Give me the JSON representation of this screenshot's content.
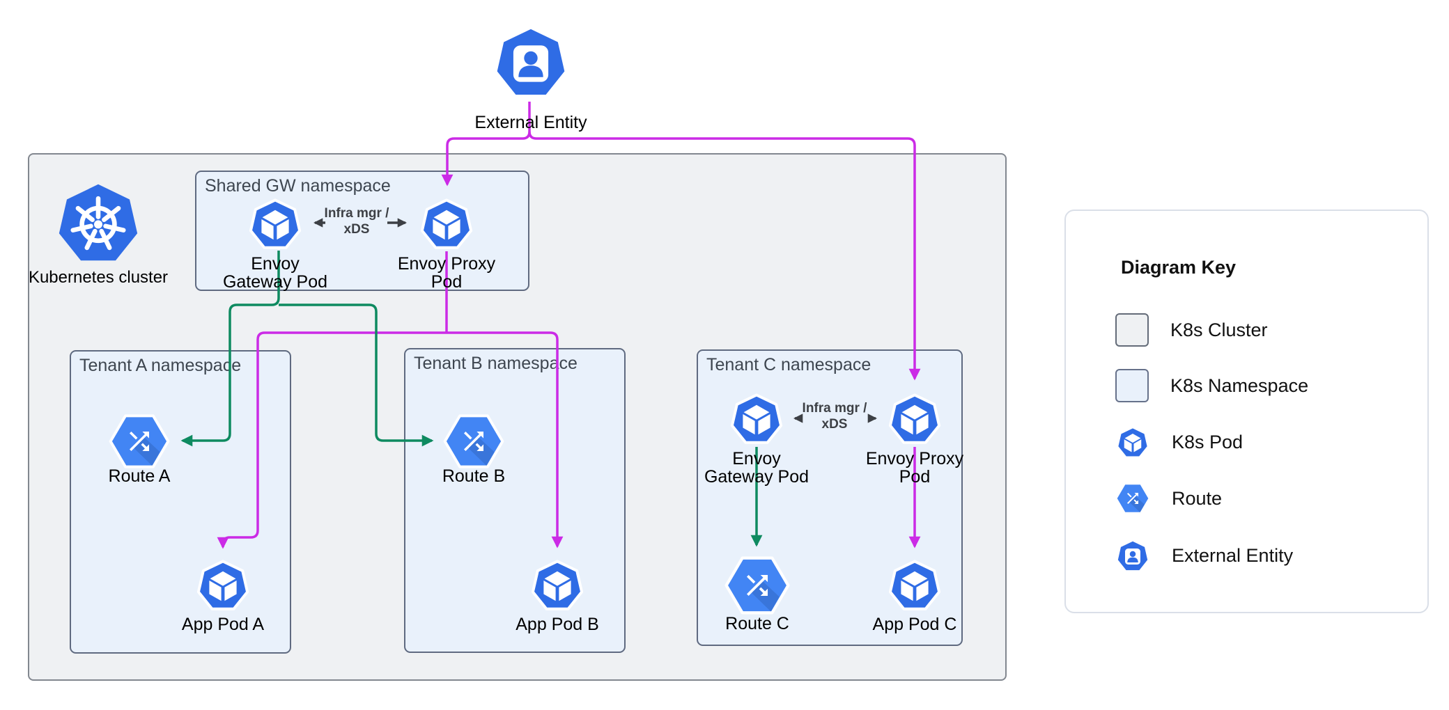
{
  "colors": {
    "background": "#ffffff",
    "k8s_blue": "#2f6ce5",
    "route_blue": "#4285f4",
    "green": "#0e8a60",
    "magenta": "#cb2be6",
    "dark_arrow": "#3d4045",
    "cluster_fill": "#eff1f3",
    "cluster_border": "#82878f",
    "namespace_fill": "#e9f1fb",
    "namespace_border": "#5f6a80",
    "namespace_title": "#3e4650",
    "label_text": "#000000",
    "legend_border": "#dadfe8"
  },
  "external_entity": {
    "label": "External Entity",
    "icon": "external-entity-icon"
  },
  "cluster": {
    "label": "Kubernetes cluster",
    "icon": "kubernetes-logo-icon"
  },
  "shared_namespace": {
    "title": "Shared GW namespace",
    "link_label_lines": [
      "Infra mgr /",
      "xDS"
    ],
    "nodes": [
      {
        "label_lines": [
          "Envoy",
          "Gateway Pod"
        ],
        "icon": "pod-icon"
      },
      {
        "label_lines": [
          "Envoy Proxy",
          "Pod"
        ],
        "icon": "pod-icon"
      }
    ]
  },
  "tenants": [
    {
      "title": "Tenant A namespace",
      "nodes": [
        {
          "label": "Route A",
          "icon": "route-icon"
        },
        {
          "label": "App Pod A",
          "icon": "pod-icon"
        }
      ]
    },
    {
      "title": "Tenant B namespace",
      "nodes": [
        {
          "label": "Route B",
          "icon": "route-icon"
        },
        {
          "label": "App Pod B",
          "icon": "pod-icon"
        }
      ]
    },
    {
      "title": "Tenant C namespace",
      "link_label_lines": [
        "Infra mgr /",
        "xDS"
      ],
      "nodes": [
        {
          "label_lines": [
            "Envoy",
            "Gateway Pod"
          ],
          "icon": "pod-icon"
        },
        {
          "label_lines": [
            "Envoy Proxy",
            "Pod"
          ],
          "icon": "pod-icon"
        },
        {
          "label": "Route C",
          "icon": "route-icon"
        },
        {
          "label": "App Pod C",
          "icon": "pod-icon"
        }
      ]
    }
  ],
  "legend": {
    "title": "Diagram Key",
    "items": [
      {
        "label": "K8s Cluster",
        "swatch": "cluster-swatch"
      },
      {
        "label": "K8s Namespace",
        "swatch": "namespace-swatch"
      },
      {
        "label": "K8s Pod",
        "icon": "pod-icon"
      },
      {
        "label": "Route",
        "icon": "route-icon"
      },
      {
        "label": "External Entity",
        "icon": "external-entity-icon"
      }
    ]
  }
}
